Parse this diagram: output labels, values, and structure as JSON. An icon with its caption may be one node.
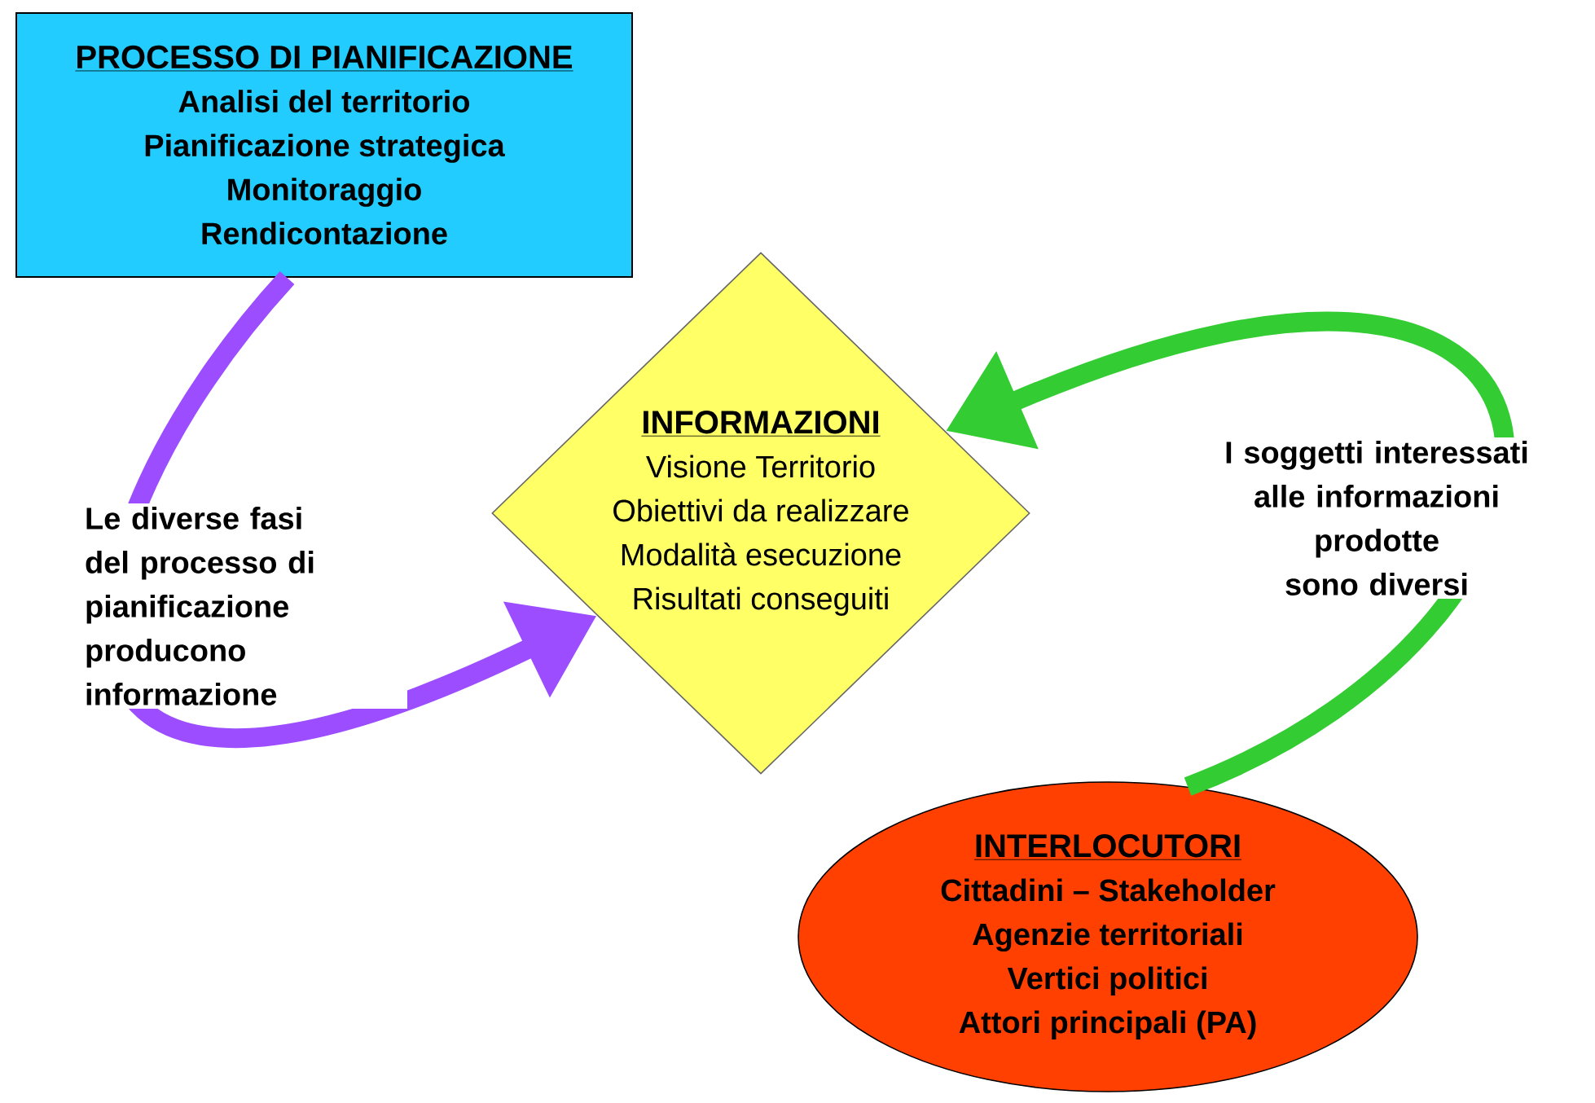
{
  "diagram": {
    "nodes": [
      {
        "text": [
          "PROCESSO DI PIANIFICAZIONE",
          "Analisi del territorio",
          "Pianificazione strategica",
          "Monitoraggio",
          "Rendicontazione"
        ]
      },
      {
        "text": [
          "INFORMAZIONI",
          "Visione Territorio",
          "Obiettivi da realizzare",
          "Modalità esecuzione",
          "Risultati conseguiti"
        ]
      },
      {
        "text": [
          "INTERLOCUTORI",
          "Cittadini – Stakeholder",
          "Agenzie territoriali",
          "Vertici politici",
          "Attori principali (PA)"
        ]
      }
    ],
    "edges": [
      {
        "from": 0,
        "to": 1,
        "arrow": "to",
        "label": "Le diverse fasi del processo di pianificazione producono informazione",
        "color": "#9b4dff"
      },
      {
        "from": 2,
        "to": 1,
        "arrow": "to",
        "label": "I soggetti interessati alle informazioni prodotte sono diversi",
        "color": "#33cc33"
      }
    ]
  }
}
